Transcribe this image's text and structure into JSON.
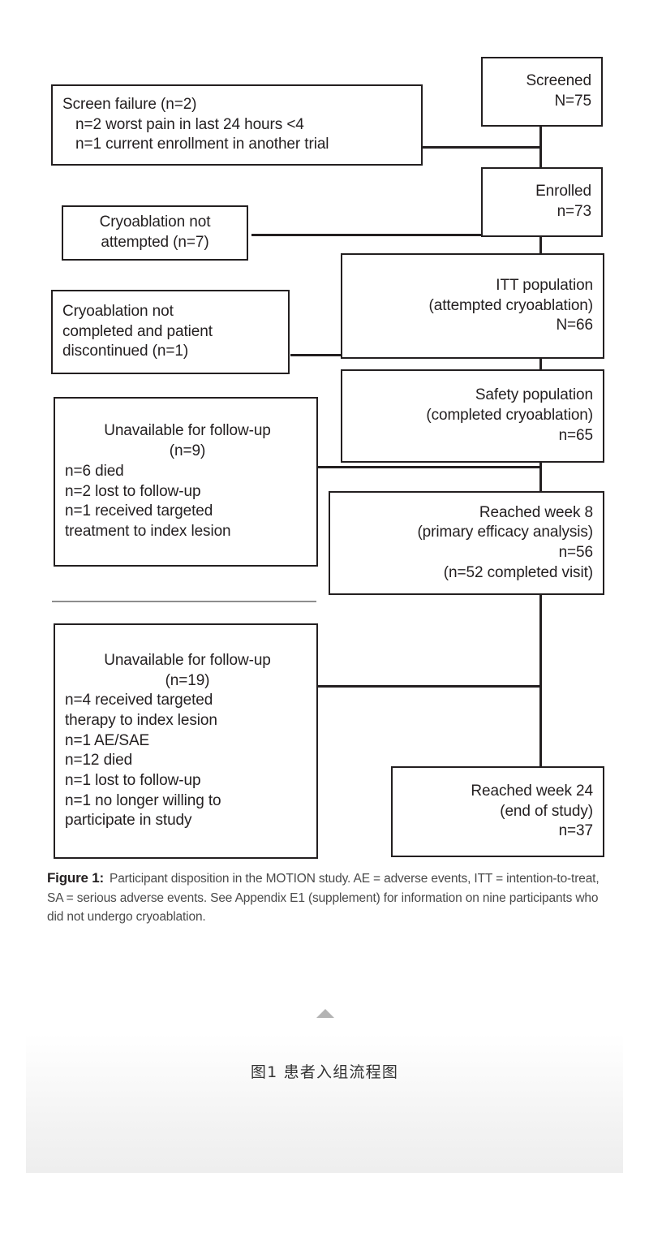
{
  "figure": {
    "caption_label": "Figure 1:",
    "caption_text": "Participant disposition in the MOTION study. AE = adverse events, ITT = intention-to-treat, SA = serious adverse events. See Appendix E1 (supplement) for information on nine participants who did not undergo cryoablation."
  },
  "cn_caption": "图1  患者入组流程图",
  "colors": {
    "box_border": "#231f20",
    "text": "#231f20",
    "caption_text": "#4a4a4a",
    "rule": "#8d8d8d",
    "triangle": "#b3b3b3",
    "panel_bg": "#eeeeee"
  },
  "nodes": {
    "screened": {
      "lines": [
        "Screened",
        "N=75"
      ],
      "line1": "Screened",
      "line2": "N=75"
    },
    "enrolled": {
      "line1": "Enrolled",
      "line2": "n=73"
    },
    "screen_failure": {
      "line1": "Screen failure (n=2)",
      "line2": "n=2 worst pain in last 24 hours <4",
      "line3": "n=1 current enrollment in another trial"
    },
    "cryo_not_attempted": {
      "line1": "Cryoablation not",
      "line2": "attempted (n=7)"
    },
    "cryo_not_completed": {
      "line1": "Cryoablation not",
      "line2": "completed and patient",
      "line3": "discontinued (n=1)"
    },
    "itt_population": {
      "line1": "ITT population",
      "line2": "(attempted cryoablation)",
      "line3": "N=66"
    },
    "safety_population": {
      "line1": "Safety population",
      "line2": "(completed cryoablation)",
      "line3": "n=65"
    },
    "unavailable_9": {
      "line1": "Unavailable for follow-up",
      "line2": "(n=9)",
      "line3": "n=6 died",
      "line4": "n=2 lost to follow-up",
      "line5": "n=1 received targeted",
      "line6": "treatment to index lesion"
    },
    "week8": {
      "line1": "Reached week 8",
      "line2": "(primary efficacy analysis)",
      "line3": "n=56",
      "line4": "(n=52 completed visit)"
    },
    "unavailable_19": {
      "line1": "Unavailable for follow-up",
      "line2": "(n=19)",
      "line3": "n=4 received targeted",
      "line4": "therapy to index lesion",
      "line5": "n=1 AE/SAE",
      "line6": "n=12 died",
      "line7": "n=1 lost to follow-up",
      "line8": "n=1 no longer willing to",
      "line9": "participate in study"
    },
    "week24": {
      "line1": "Reached week 24",
      "line2": "(end of study)",
      "line3": "n=37"
    }
  },
  "chart_data": {
    "type": "diagram",
    "title": "Participant disposition in the MOTION study",
    "flow": [
      {
        "id": "screened",
        "label": "Screened",
        "n": 75,
        "n_prefix": "N"
      },
      {
        "id": "screen-failure",
        "label": "Screen failure",
        "n": 2,
        "n_prefix": "n",
        "details": [
          "n=2 worst pain in last 24 hours <4",
          "n=1 current enrollment in another trial"
        ]
      },
      {
        "id": "enrolled",
        "label": "Enrolled",
        "n": 73,
        "n_prefix": "n"
      },
      {
        "id": "cryo-not-attempted",
        "label": "Cryoablation not attempted",
        "n": 7,
        "n_prefix": "n"
      },
      {
        "id": "itt-population",
        "label": "ITT population (attempted cryoablation)",
        "n": 66,
        "n_prefix": "N"
      },
      {
        "id": "cryo-not-completed",
        "label": "Cryoablation not completed and patient discontinued",
        "n": 1,
        "n_prefix": "n"
      },
      {
        "id": "safety-population",
        "label": "Safety population (completed cryoablation)",
        "n": 65,
        "n_prefix": "n"
      },
      {
        "id": "unavailable-9",
        "label": "Unavailable for follow-up",
        "n": 9,
        "n_prefix": "n",
        "details": [
          "n=6 died",
          "n=2 lost to follow-up",
          "n=1 received targeted treatment to index lesion"
        ]
      },
      {
        "id": "week8",
        "label": "Reached week 8 (primary efficacy analysis)",
        "n": 56,
        "n_prefix": "n",
        "details": [
          "(n=52 completed visit)"
        ]
      },
      {
        "id": "unavailable-19",
        "label": "Unavailable for follow-up",
        "n": 19,
        "n_prefix": "n",
        "details": [
          "n=4 received targeted therapy to index lesion",
          "n=1 AE/SAE",
          "n=12 died",
          "n=1 lost to follow-up",
          "n=1 no longer willing to participate in study"
        ]
      },
      {
        "id": "week24",
        "label": "Reached week 24 (end of study)",
        "n": 37,
        "n_prefix": "n"
      }
    ]
  }
}
